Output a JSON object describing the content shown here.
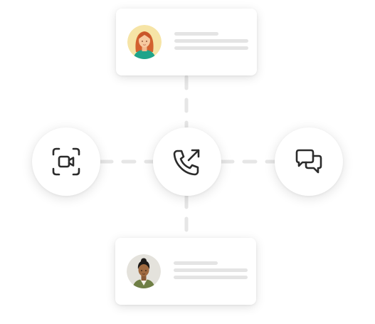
{
  "diagram": {
    "nodes": [
      {
        "id": "caller-card",
        "kind": "contact-card",
        "avatar": "woman-avatar"
      },
      {
        "id": "video-call",
        "kind": "action",
        "icon": "video-focus-icon"
      },
      {
        "id": "phone-call",
        "kind": "action",
        "icon": "phone-outgoing-icon"
      },
      {
        "id": "chat",
        "kind": "action",
        "icon": "chat-bubbles-icon"
      },
      {
        "id": "callee-card",
        "kind": "contact-card",
        "avatar": "man-avatar"
      }
    ],
    "edges": [
      {
        "from": "caller-card",
        "to": "phone-call",
        "style": "dashed"
      },
      {
        "from": "video-call",
        "to": "phone-call",
        "style": "dashed"
      },
      {
        "from": "phone-call",
        "to": "chat",
        "style": "dashed"
      },
      {
        "from": "phone-call",
        "to": "callee-card",
        "style": "dashed"
      }
    ]
  },
  "colors": {
    "connector": "#e6e6e6",
    "icon_stroke": "#2b2b2b",
    "placeholder_line": "#e4e4e4",
    "avatar_top_bg": "#f6e4a6",
    "avatar_bottom_bg": "#e4e2dc"
  }
}
